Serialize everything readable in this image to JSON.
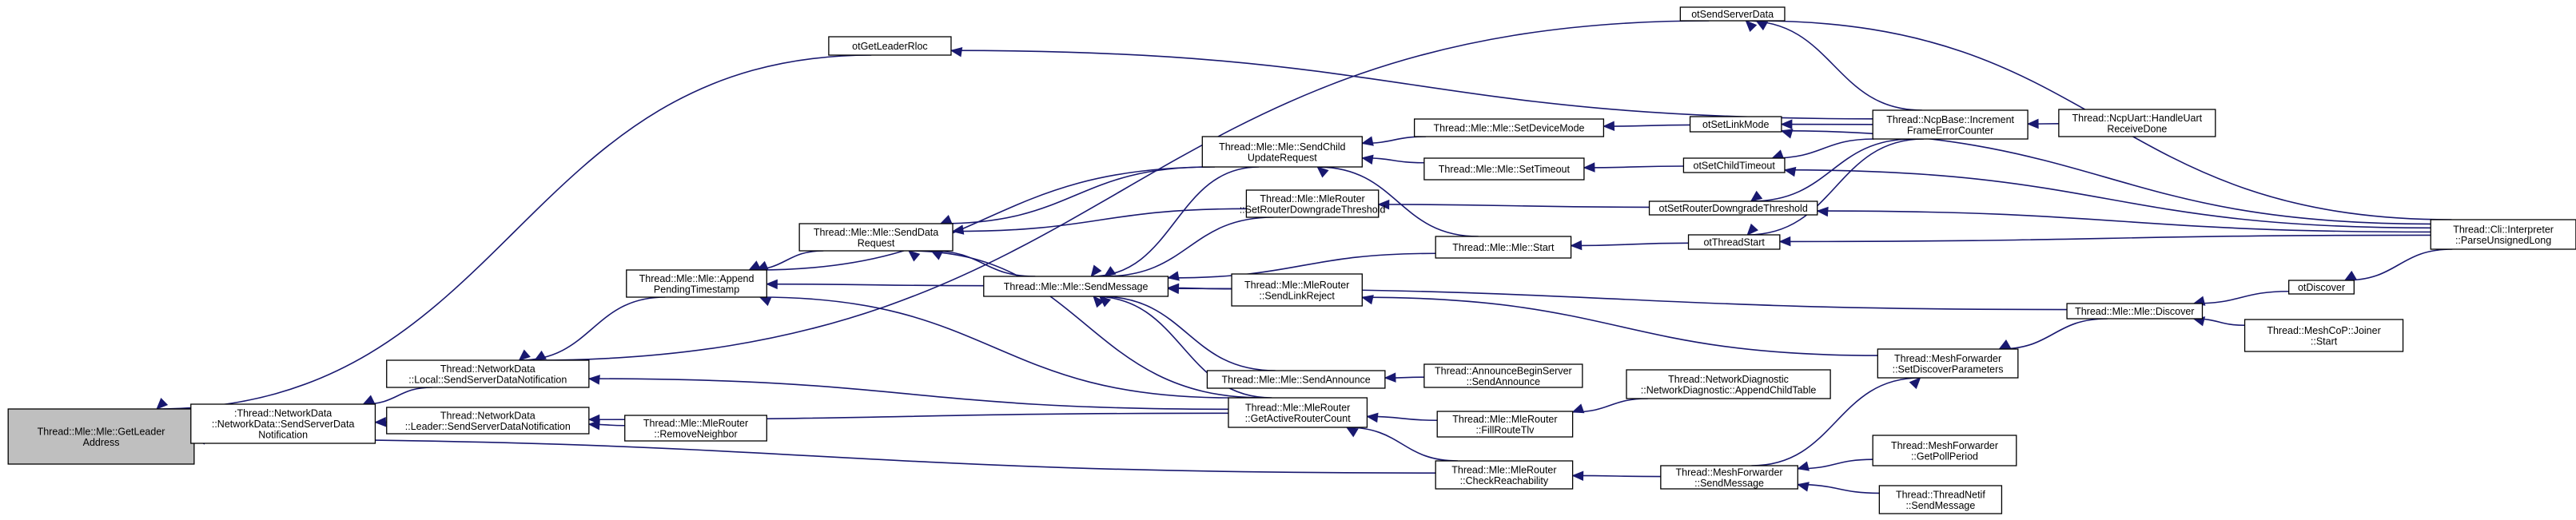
{
  "nodes": {
    "getLeaderAddress": [
      "Thread::Mle::Mle::GetLeader",
      "Address"
    ],
    "netDataSendServerDataNotification": [
      ":Thread::NetworkData",
      "::NetworkData::SendServerData",
      "Notification"
    ],
    "localSendServerDataNotification": [
      "Thread::NetworkData",
      "::Local::SendServerDataNotification"
    ],
    "leaderSendServerDataNotification": [
      "Thread::NetworkData",
      "::Leader::SendServerDataNotification"
    ],
    "removeNeighbor": [
      "Thread::Mle::MleRouter",
      "::RemoveNeighbor"
    ],
    "appendPendingTimestamp": [
      "Thread::Mle::Mle::Append",
      "PendingTimestamp"
    ],
    "otGetLeaderRloc": [
      "otGetLeaderRloc"
    ],
    "sendDataRequest": [
      "Thread::Mle::Mle::SendData",
      "Request"
    ],
    "sendMessage": [
      "Thread::Mle::Mle::SendMessage"
    ],
    "sendChildUpdateRequest": [
      "Thread::Mle::Mle::SendChild",
      "UpdateRequest"
    ],
    "setRouterDowngradeThreshold": [
      "Thread::Mle::MleRouter",
      "::SetRouterDowngradeThreshold"
    ],
    "sendLinkReject": [
      "Thread::Mle::MleRouter",
      "::SendLinkReject"
    ],
    "sendAnnounce": [
      "Thread::Mle::Mle::SendAnnounce"
    ],
    "getActiveRouterCount": [
      "Thread::Mle::MleRouter",
      "::GetActiveRouterCount"
    ],
    "setDeviceMode": [
      "Thread::Mle::Mle::SetDeviceMode"
    ],
    "setTimeout": [
      "Thread::Mle::Mle::SetTimeout"
    ],
    "mleStart": [
      "Thread::Mle::Mle::Start"
    ],
    "announceBeginServer": [
      "Thread::AnnounceBeginServer",
      "::SendAnnounce"
    ],
    "fillRouteTlv": [
      "Thread::Mle::MleRouter",
      "::FillRouteTlv"
    ],
    "checkReachability": [
      "Thread::Mle::MleRouter",
      "::CheckReachability"
    ],
    "appendChildTable": [
      "Thread::NetworkDiagnostic",
      "::NetworkDiagnostic::AppendChildTable"
    ],
    "meshForwarderSendMessage": [
      "Thread::MeshForwarder",
      "::SendMessage"
    ],
    "otSendServerData": [
      "otSendServerData"
    ],
    "otSetLinkMode": [
      "otSetLinkMode"
    ],
    "otSetChildTimeout": [
      "otSetChildTimeout"
    ],
    "otSetRouterDowngradeThreshold": [
      "otSetRouterDowngradeThreshold"
    ],
    "otThreadStart": [
      "otThreadStart"
    ],
    "setDiscoverParameters": [
      "Thread::MeshForwarder",
      "::SetDiscoverParameters"
    ],
    "getPollPeriod": [
      "Thread::MeshForwarder",
      "::GetPollPeriod"
    ],
    "threadNetifSendMessage": [
      "Thread::ThreadNetif",
      "::SendMessage"
    ],
    "ncpIncrementFrameErrorCounter": [
      "Thread::NcpBase::Increment",
      "FrameErrorCounter"
    ],
    "mleDiscover": [
      "Thread::Mle::Mle::Discover"
    ],
    "ncpUartHandleUartReceiveDone": [
      "Thread::NcpUart::HandleUart",
      "ReceiveDone"
    ],
    "meshCoPJoinerStart": [
      "Thread::MeshCoP::Joiner",
      "::Start"
    ],
    "otDiscover": [
      "otDiscover"
    ],
    "cliParseUnsignedLong": [
      "Thread::Cli::Interpreter",
      "::ParseUnsignedLong"
    ]
  },
  "edges": [
    [
      "netDataSendServerDataNotification",
      "getLeaderAddress"
    ],
    [
      "otGetLeaderRloc",
      "getLeaderAddress"
    ],
    [
      "checkReachability",
      "getLeaderAddress"
    ],
    [
      "localSendServerDataNotification",
      "netDataSendServerDataNotification"
    ],
    [
      "leaderSendServerDataNotification",
      "netDataSendServerDataNotification"
    ],
    [
      "appendPendingTimestamp",
      "localSendServerDataNotification"
    ],
    [
      "otSendServerData",
      "localSendServerDataNotification"
    ],
    [
      "getActiveRouterCount",
      "localSendServerDataNotification"
    ],
    [
      "removeNeighbor",
      "leaderSendServerDataNotification"
    ],
    [
      "getActiveRouterCount",
      "leaderSendServerDataNotification"
    ],
    [
      "sendDataRequest",
      "appendPendingTimestamp"
    ],
    [
      "sendMessage",
      "appendPendingTimestamp"
    ],
    [
      "sendChildUpdateRequest",
      "appendPendingTimestamp"
    ],
    [
      "getActiveRouterCount",
      "appendPendingTimestamp"
    ],
    [
      "ncpIncrementFrameErrorCounter",
      "otGetLeaderRloc"
    ],
    [
      "sendMessage",
      "sendDataRequest"
    ],
    [
      "sendChildUpdateRequest",
      "sendDataRequest"
    ],
    [
      "setRouterDowngradeThreshold",
      "sendDataRequest"
    ],
    [
      "getActiveRouterCount",
      "sendDataRequest"
    ],
    [
      "sendChildUpdateRequest",
      "sendMessage"
    ],
    [
      "setRouterDowngradeThreshold",
      "sendMessage"
    ],
    [
      "sendLinkReject",
      "sendMessage"
    ],
    [
      "sendAnnounce",
      "sendMessage"
    ],
    [
      "getActiveRouterCount",
      "sendMessage"
    ],
    [
      "mleStart",
      "sendMessage"
    ],
    [
      "mleDiscover",
      "sendMessage"
    ],
    [
      "setDeviceMode",
      "sendChildUpdateRequest"
    ],
    [
      "setTimeout",
      "sendChildUpdateRequest"
    ],
    [
      "mleStart",
      "sendChildUpdateRequest"
    ],
    [
      "otSetRouterDowngradeThreshold",
      "setRouterDowngradeThreshold"
    ],
    [
      "setDiscoverParameters",
      "sendLinkReject"
    ],
    [
      "announceBeginServer",
      "sendAnnounce"
    ],
    [
      "fillRouteTlv",
      "getActiveRouterCount"
    ],
    [
      "checkReachability",
      "getActiveRouterCount"
    ],
    [
      "otSetLinkMode",
      "setDeviceMode"
    ],
    [
      "otSetChildTimeout",
      "setTimeout"
    ],
    [
      "otThreadStart",
      "mleStart"
    ],
    [
      "appendChildTable",
      "fillRouteTlv"
    ],
    [
      "meshForwarderSendMessage",
      "checkReachability"
    ],
    [
      "getPollPeriod",
      "meshForwarderSendMessage"
    ],
    [
      "threadNetifSendMessage",
      "meshForwarderSendMessage"
    ],
    [
      "cliParseUnsignedLong",
      "otSendServerData"
    ],
    [
      "ncpIncrementFrameErrorCounter",
      "otSendServerData"
    ],
    [
      "ncpIncrementFrameErrorCounter",
      "otSetLinkMode"
    ],
    [
      "cliParseUnsignedLong",
      "otSetLinkMode"
    ],
    [
      "ncpIncrementFrameErrorCounter",
      "otSetChildTimeout"
    ],
    [
      "cliParseUnsignedLong",
      "otSetChildTimeout"
    ],
    [
      "ncpIncrementFrameErrorCounter",
      "otSetRouterDowngradeThreshold"
    ],
    [
      "cliParseUnsignedLong",
      "otSetRouterDowngradeThreshold"
    ],
    [
      "ncpIncrementFrameErrorCounter",
      "otThreadStart"
    ],
    [
      "cliParseUnsignedLong",
      "otThreadStart"
    ],
    [
      "ncpUartHandleUartReceiveDone",
      "ncpIncrementFrameErrorCounter"
    ],
    [
      "mleDiscover",
      "setDiscoverParameters"
    ],
    [
      "meshForwarderSendMessage",
      "setDiscoverParameters"
    ],
    [
      "otDiscover",
      "mleDiscover"
    ],
    [
      "meshCoPJoinerStart",
      "mleDiscover"
    ],
    [
      "cliParseUnsignedLong",
      "otDiscover"
    ]
  ]
}
